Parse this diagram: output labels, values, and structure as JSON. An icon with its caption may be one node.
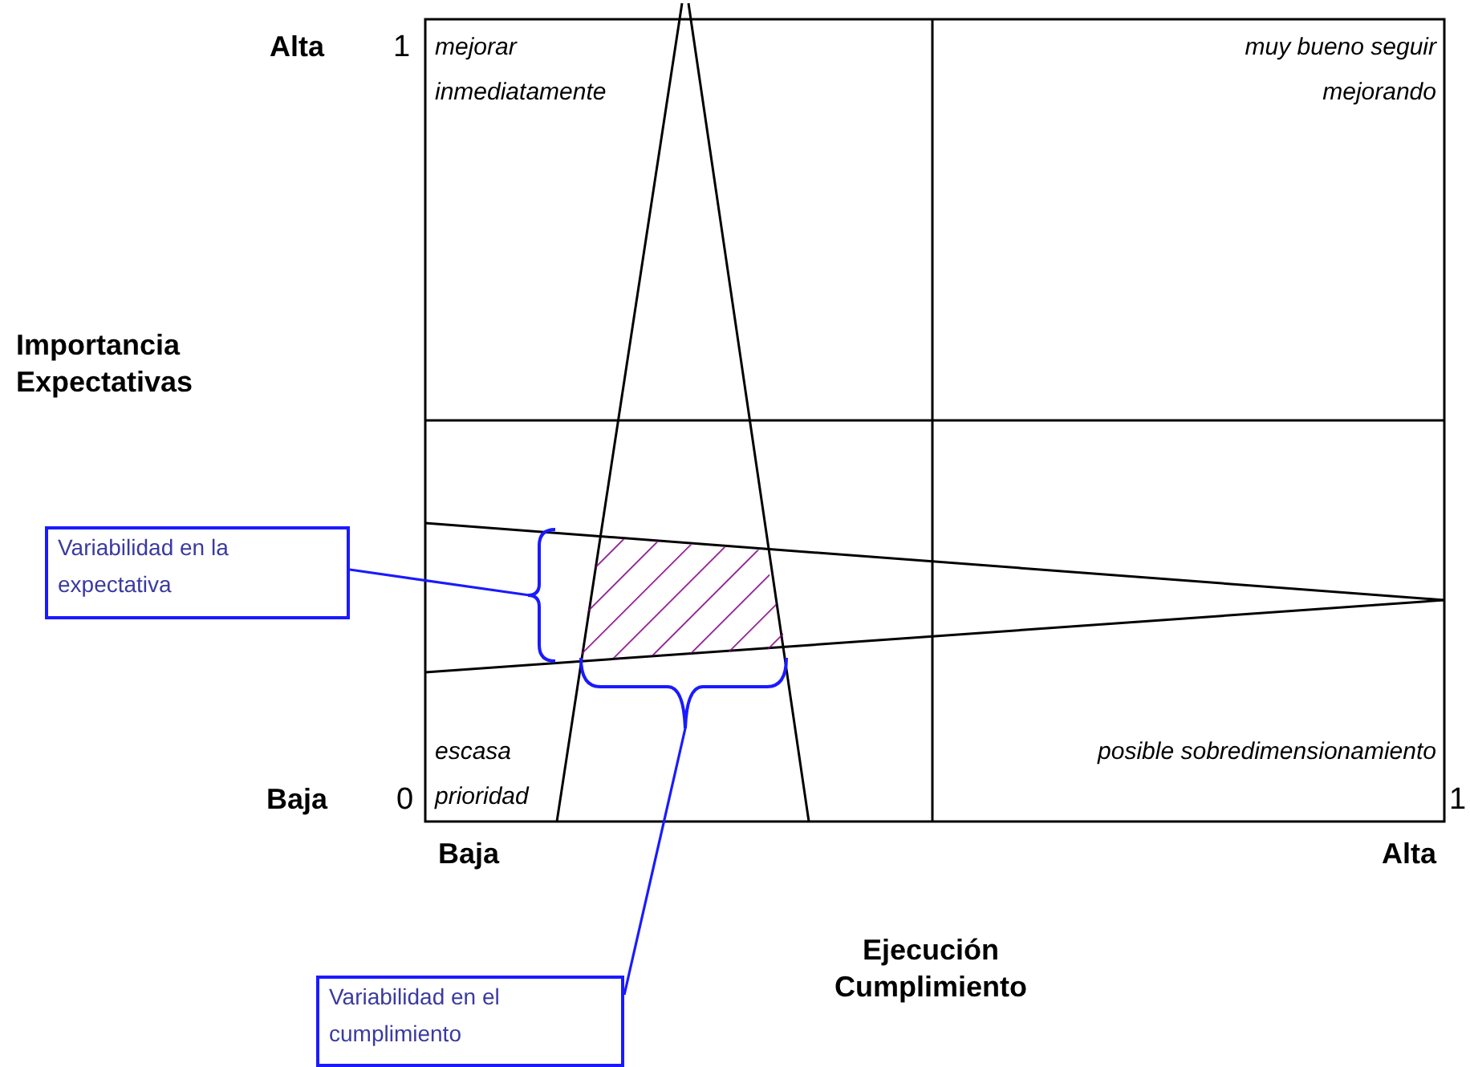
{
  "diagram": {
    "nodes": [
      {
        "text": [
          "Variabilidad en la expectativa"
        ]
      },
      {
        "text": [],
        "shape": "brace"
      },
      {
        "text": [],
        "shape": "brace"
      },
      {
        "text": [
          "Variabilidad en el cumplimiento"
        ]
      }
    ],
    "edges": [
      {
        "from": 0,
        "to": 1,
        "arrow": "none"
      },
      {
        "from": 3,
        "to": 2,
        "arrow": "none"
      }
    ],
    "labels": [
      "Alta",
      "1",
      "mejorar inmediatamente",
      "muy bueno seguir mejorando",
      "Importancia Expectativas",
      "escasa prioridad",
      "Baja",
      "0",
      "posible sobredimensionamiento",
      "1",
      "Baja",
      "Alta",
      "Ejecución Cumplimiento"
    ]
  }
}
